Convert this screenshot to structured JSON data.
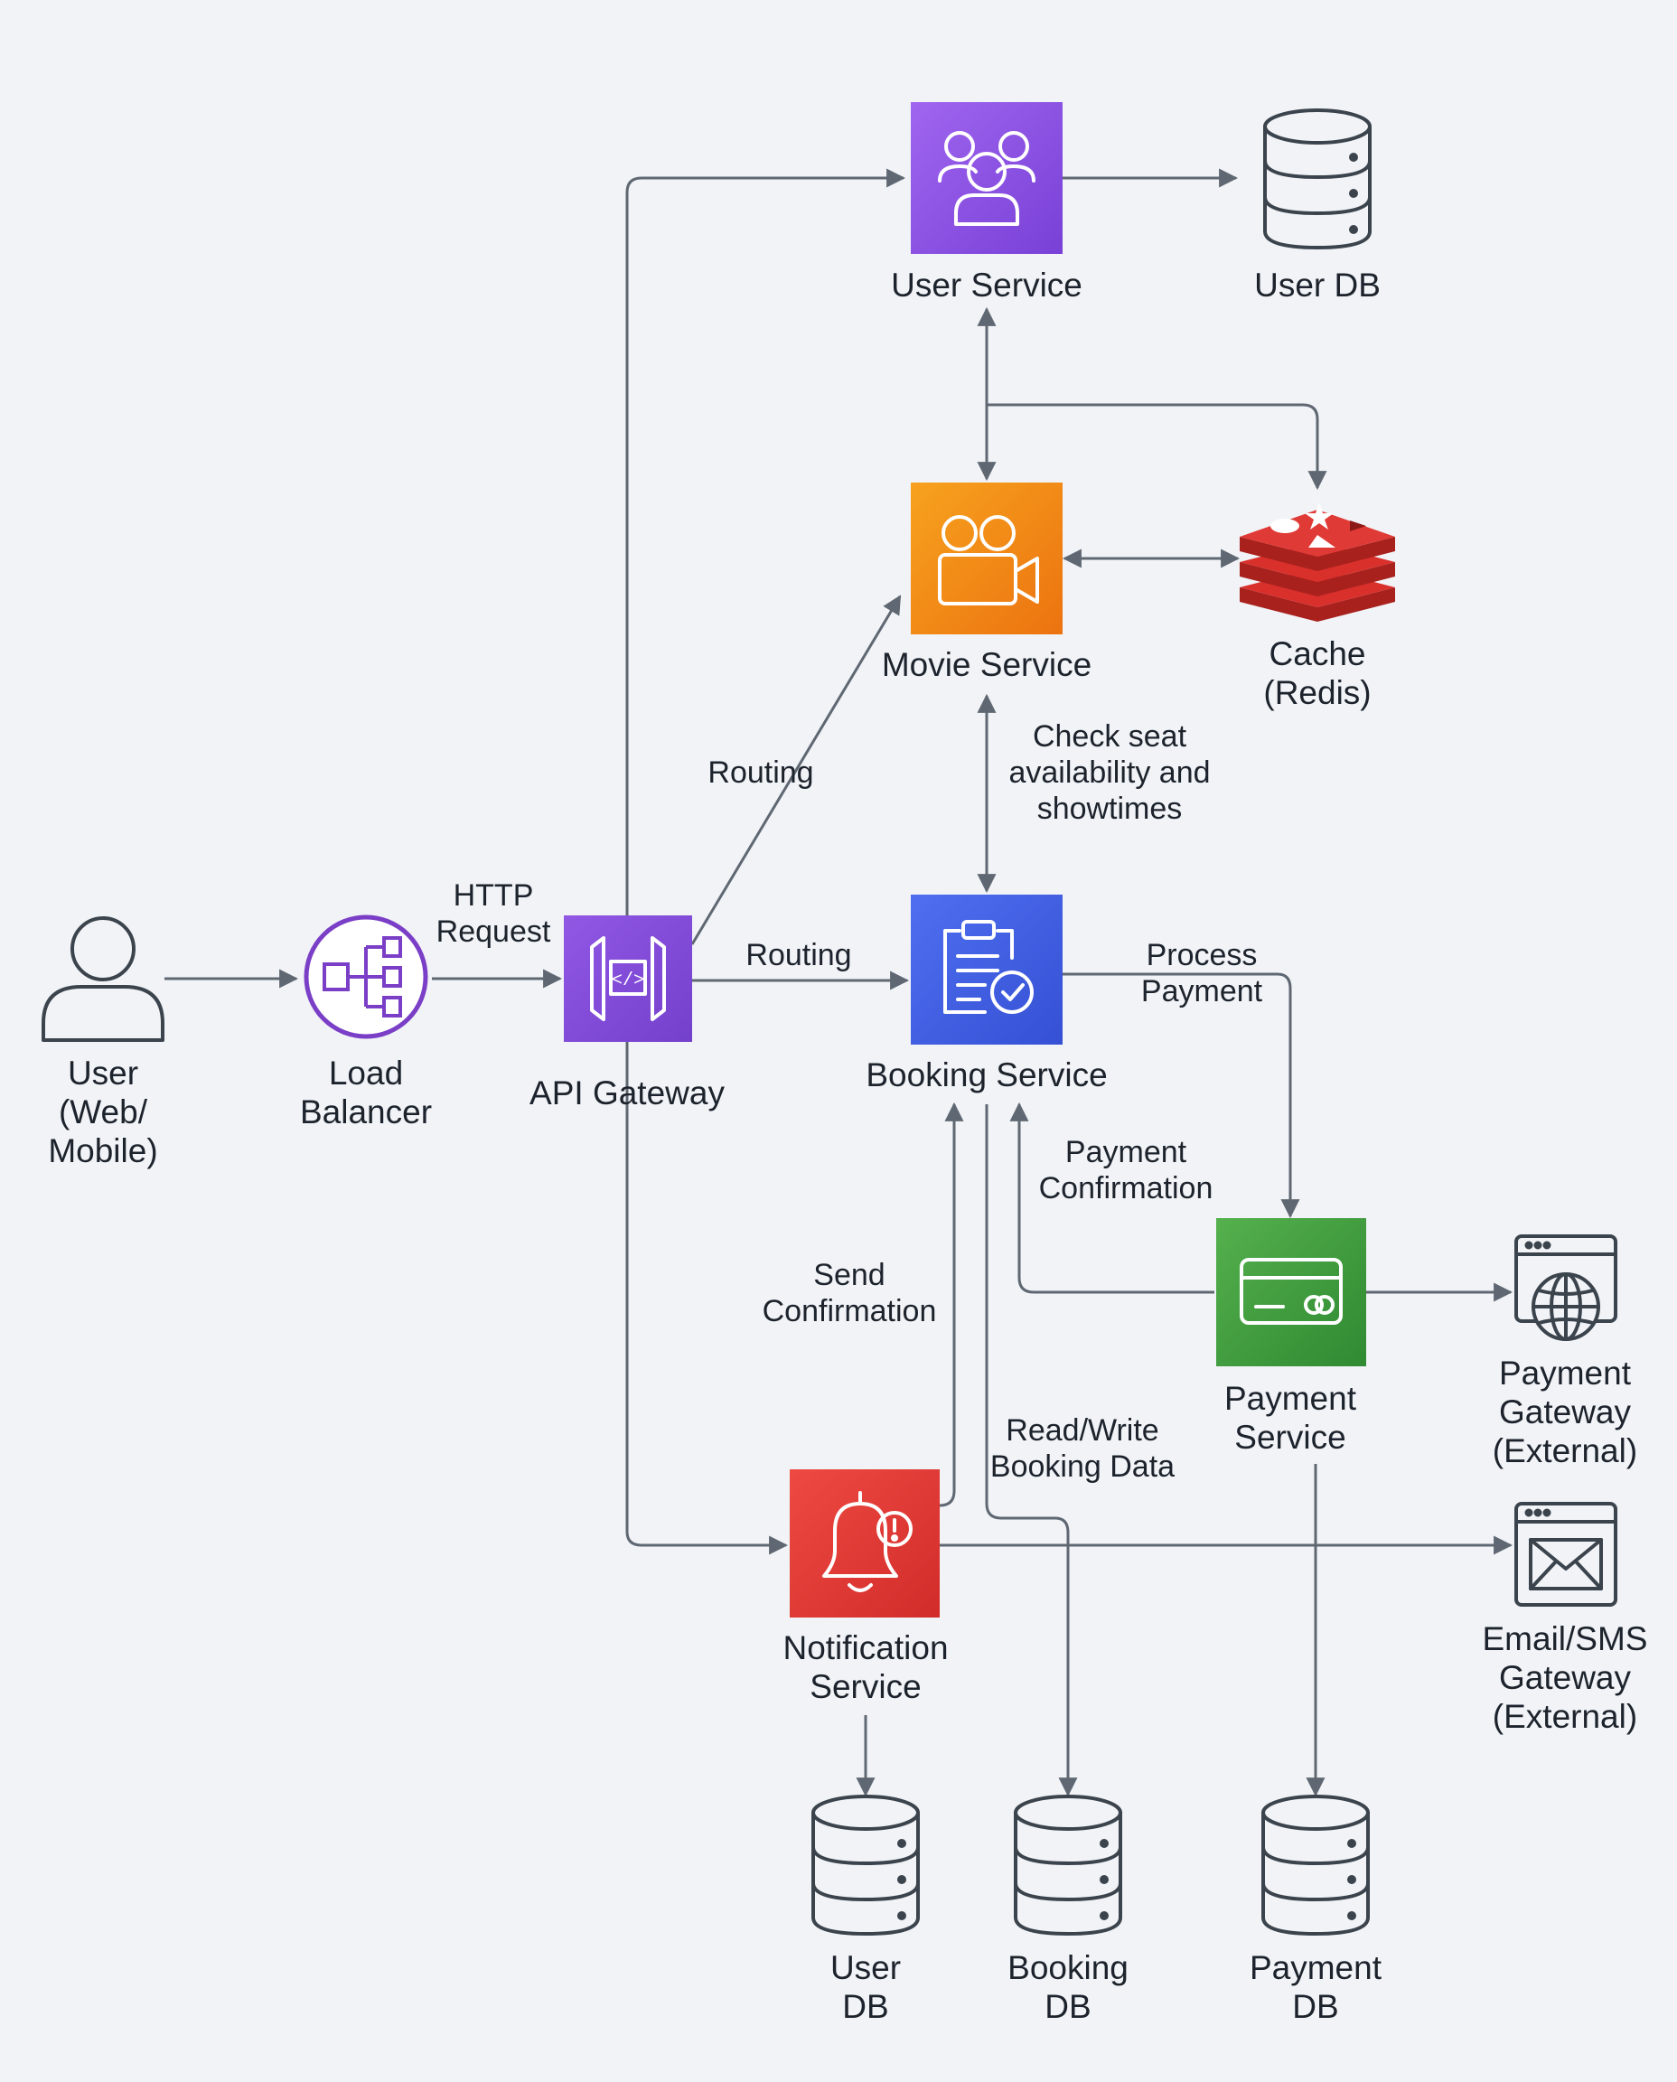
{
  "nodes": {
    "user_client": {
      "lines": [
        "User",
        "(Web/",
        "Mobile)"
      ]
    },
    "load_balancer": {
      "lines": [
        "Load",
        "Balancer"
      ]
    },
    "api_gateway": {
      "lines": [
        "API Gateway"
      ]
    },
    "user_service": {
      "lines": [
        "User Service"
      ]
    },
    "user_db_top": {
      "lines": [
        "User DB"
      ]
    },
    "movie_service": {
      "lines": [
        "Movie Service"
      ]
    },
    "cache": {
      "lines": [
        "Cache",
        "(Redis)"
      ]
    },
    "booking_service": {
      "lines": [
        "Booking Service"
      ]
    },
    "payment_service": {
      "lines": [
        "Payment",
        "Service"
      ]
    },
    "payment_gateway": {
      "lines": [
        "Payment",
        "Gateway",
        "(External)"
      ]
    },
    "notification_service": {
      "lines": [
        "Notification",
        "Service"
      ]
    },
    "email_sms_gateway": {
      "lines": [
        "Email/SMS",
        "Gateway",
        "(External)"
      ]
    },
    "user_db_bottom": {
      "lines": [
        "User",
        "DB"
      ]
    },
    "booking_db": {
      "lines": [
        "Booking",
        "DB"
      ]
    },
    "payment_db": {
      "lines": [
        "Payment",
        "DB"
      ]
    }
  },
  "edge_labels": {
    "http_request": [
      "HTTP",
      "Request"
    ],
    "routing_movie": [
      "Routing"
    ],
    "routing_booking": [
      "Routing"
    ],
    "check_seat": [
      "Check seat",
      "availability and",
      "showtimes"
    ],
    "process_payment": [
      "Process",
      "Payment"
    ],
    "payment_confirmation": [
      "Payment",
      "Confirmation"
    ],
    "send_confirmation": [
      "Send",
      "Confirmation"
    ],
    "read_write": [
      "Read/Write",
      "Booking Data"
    ]
  },
  "colors": {
    "background": "#f1f3f7",
    "edge": "#5f6872",
    "user_service": "#8a4fe0",
    "movie_service": "#f18a14",
    "booking_service": "#3f5fe0",
    "payment_service": "#3f9a3c",
    "notification_service": "#e03a36",
    "api_gateway": "#8249d8",
    "load_balancer": "#7a3fc6",
    "cache": "#d9302c"
  }
}
